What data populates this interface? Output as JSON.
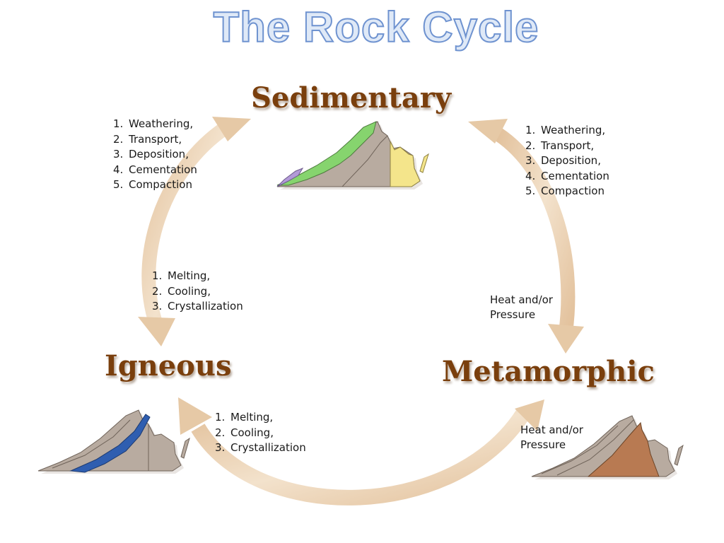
{
  "title": "The Rock Cycle",
  "rocks": {
    "sedimentary": "Sedimentary",
    "igneous": "Igneous",
    "metamorphic": "Metamorphic"
  },
  "processes": {
    "to_sedimentary_left": [
      "Weathering,",
      "Transport,",
      "Deposition,",
      "Cementation",
      "Compaction"
    ],
    "to_sedimentary_right": [
      "Weathering,",
      "Transport,",
      "Deposition,",
      "Cementation",
      "Compaction"
    ],
    "to_igneous_left": [
      "Melting,",
      "Cooling,",
      "Crystallization"
    ],
    "to_igneous_bottom": [
      "Melting,",
      "Cooling,",
      "Crystallization"
    ],
    "to_metamorphic_right": "Heat and/or\nPressure",
    "to_metamorphic_bottom": "Heat and/or\nPressure"
  },
  "colors": {
    "title_fill": "#dfe9f7",
    "title_outline": "#6f93d0",
    "rock_label": "#7a3f0d",
    "arrow": "#e8ccaa",
    "map_base": "#b8aba0",
    "sedimentary_green": "#86d46e",
    "sedimentary_yellow": "#f4e58b",
    "sedimentary_purple": "#b39ad8",
    "igneous_blue": "#2f5eb0",
    "metamorphic_brown": "#b87a52"
  }
}
